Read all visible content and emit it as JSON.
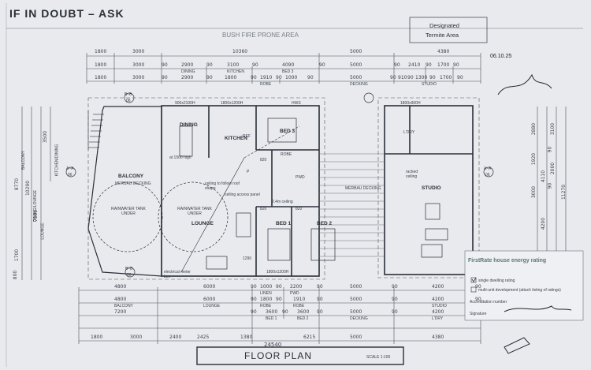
{
  "header": {
    "warning": "IF IN DOUBT – ASK",
    "bushfire": "BUSH FIRE PRONE AREA",
    "termite_line1": "Designated",
    "termite_line2": "Termite Area",
    "stamp_date": "06.10.25"
  },
  "top_dims": {
    "row1": [
      "1800",
      "3000",
      "10360",
      "5000",
      "4380"
    ],
    "row2": [
      "1800",
      "3000",
      "90",
      "2900",
      "90",
      "3100",
      "90",
      "4090",
      "90",
      "5000",
      "90",
      "2410",
      "90",
      "1700",
      "90"
    ],
    "row2_labels": [
      "DINING",
      "KITCHEN",
      "BED 3"
    ],
    "row3": [
      "1800",
      "3000",
      "90",
      "2900",
      "90",
      "1800",
      "90",
      "1910",
      "90",
      "1000",
      "90",
      "5000",
      "90",
      "910",
      "90",
      "1300",
      "90",
      "1700",
      "90"
    ],
    "row3_labels": [
      "ROBE",
      "DECKING",
      "STUDIO"
    ]
  },
  "rooms": {
    "dining": "DINING",
    "kitchen": "KITCHEN",
    "bed3": "BED 3",
    "balcony": "BALCONY",
    "balcony_sub": "MERBAU DECKING",
    "lounge": "LOUNGE",
    "bed1": "BED 1",
    "bed2": "BED 2",
    "robe": "ROBE",
    "pwd": "PWD",
    "deck_sub": "MERBAU DECKING",
    "studio": "STUDIO",
    "ldry": "L'DRY",
    "rainwater1": "RAINWATER TANK UNDER",
    "rainwater2": "RAINWATER TANK UNDER",
    "ref": "REF",
    "hws": "HWS",
    "p": "P",
    "high1500": "at 1500 high",
    "ceiling1": "ceiling to follow roof shape",
    "ceiling2": "ceiling access panel",
    "ceiling3": "2.4m ceiling",
    "raked": "racked ceiling",
    "meter": "electrical meter box",
    "win1": "900x2100H",
    "win2": "1800x1200H",
    "win3": "1800x900H",
    "win4": "1800x1200H",
    "dim820a": "820",
    "dim820b": "820",
    "dim820c": "820",
    "dim1290": "1290"
  },
  "side_dims": {
    "left": [
      "8770",
      "10290",
      "7590",
      "1700",
      "800",
      "3500"
    ],
    "left_labels": [
      "BALCONY",
      "DINING/LOUNGE",
      "LOUNGE",
      "KITCHEN/DINING"
    ],
    "right": [
      "2880",
      "1920",
      "3000",
      "4110",
      "4200",
      "11270",
      "3100",
      "90",
      "2000",
      "90"
    ]
  },
  "bottom_dims": {
    "row1": [
      "4800",
      "6000",
      "90",
      "1000",
      "90",
      "2200",
      "90",
      "5000",
      "90",
      "4200",
      "90"
    ],
    "row1_labels": [
      "LINEN",
      "PWD"
    ],
    "row2": [
      "4800",
      "6000",
      "90",
      "1800",
      "90",
      "1910",
      "90",
      "5000",
      "90",
      "4200",
      "90"
    ],
    "row2_labels": [
      "BALCONY",
      "LOUNGE",
      "ROBE",
      "ROBE",
      "STUDIO"
    ],
    "row3": [
      "7200",
      "90",
      "3600",
      "90",
      "3600",
      "90",
      "5000",
      "90",
      "4200"
    ],
    "row3_labels": [
      "BED 1",
      "BED 2",
      "DECKING",
      "L'DRY"
    ],
    "row4": [
      "1800",
      "3000",
      "2400",
      "2425",
      "1380",
      "6215",
      "5000",
      "4380"
    ],
    "total": "24540"
  },
  "firstrate": {
    "title": "FirstRate house energy rating",
    "opt1": "single dwelling rating",
    "opt2": "multi-unit development (attach listing of ratings)",
    "accreditation": "Accreditation number",
    "signature": "Signature"
  },
  "title_block": {
    "title": "FLOOR PLAN",
    "scale": "SCALE 1:100"
  },
  "sections": [
    "B–B",
    "B–B",
    "A–A",
    "A–A",
    "A–A",
    "A–A",
    "B–B",
    "B–B"
  ],
  "section_sheets": [
    "06",
    "06",
    "06",
    "06",
    "06",
    "06",
    "06",
    "06"
  ]
}
